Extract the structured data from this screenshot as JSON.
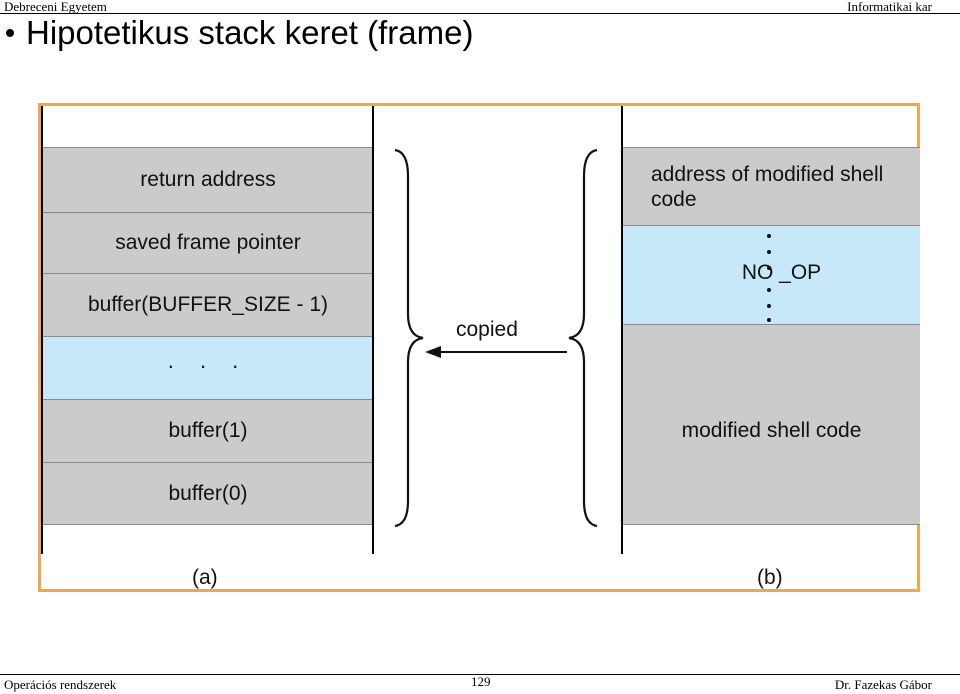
{
  "header": {
    "left": "Debreceni Egyetem",
    "right": "Informatikai  kar"
  },
  "slide": {
    "title": "Hipotetikus stack keret (frame)"
  },
  "diagram": {
    "panel_a": {
      "rows": [
        {
          "label": "return address",
          "color": "gray"
        },
        {
          "label": "saved frame pointer",
          "color": "gray"
        },
        {
          "label": "buffer(BUFFER_SIZE - 1)",
          "color": "gray"
        },
        {
          "label": ". . .",
          "color": "blue"
        },
        {
          "label": "buffer(1)",
          "color": "gray"
        },
        {
          "label": "buffer(0)",
          "color": "gray"
        }
      ],
      "caption": "(a)"
    },
    "panel_b": {
      "rows": [
        {
          "label": "address of modified shell code",
          "color": "gray"
        },
        {
          "label": "NO _OP",
          "color": "blue"
        },
        {
          "label": "modified shell code",
          "color": "gray"
        }
      ],
      "caption": "(b)"
    },
    "arrow_label": "copied",
    "colors": {
      "gray": "#cbcbcb",
      "blue": "#c6e8f8",
      "frame_border": "#f0a64a"
    }
  },
  "footer": {
    "left": "Operációs rendszerek",
    "page": "129",
    "right": "Dr. Fazekas Gábor"
  }
}
